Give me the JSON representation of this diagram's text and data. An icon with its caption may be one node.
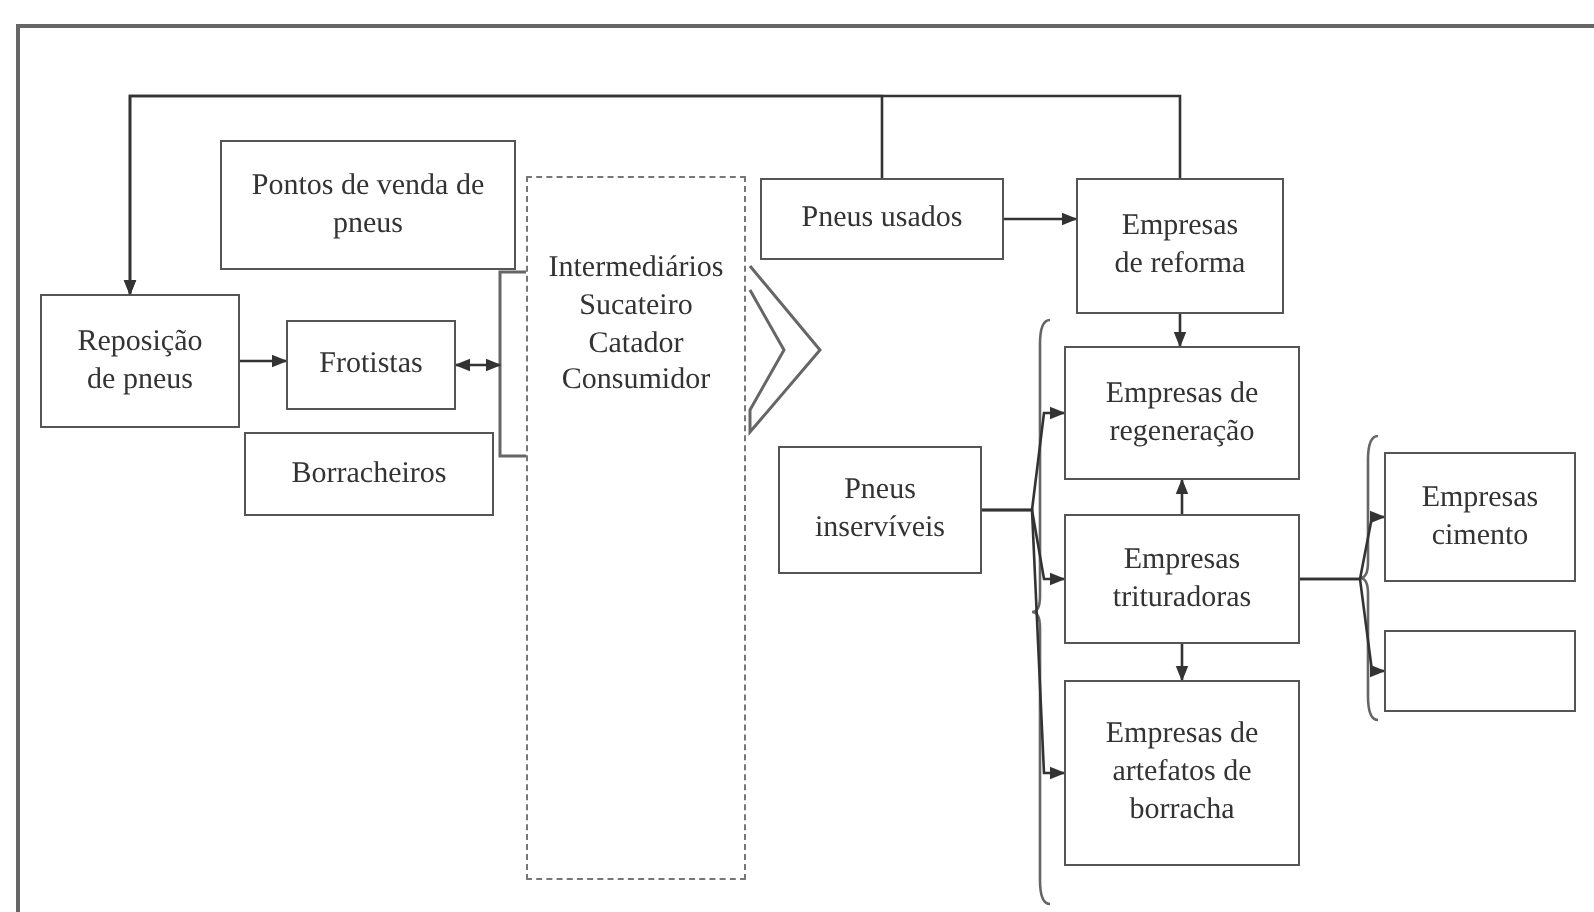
{
  "diagram": {
    "nodes": [
      {
        "text": [
          "Pontos de venda de pneus"
        ]
      },
      {
        "text": [
          "Reposição de pneus"
        ]
      },
      {
        "text": [
          "Frotistas"
        ]
      },
      {
        "text": [
          "Borracheiros"
        ]
      },
      {
        "text": [
          "Intermediários Sucateiro Catador Consumidor"
        ]
      },
      {
        "text": [
          "Pneus usados"
        ]
      },
      {
        "text": [
          "Empresas de reforma"
        ]
      },
      {
        "text": [
          "Pneus inservíveis"
        ]
      },
      {
        "text": [
          "Empresas de regeneração"
        ]
      },
      {
        "text": [
          "Empresas trituradoras"
        ]
      },
      {
        "text": [
          "Empresas de artefatos de borracha"
        ]
      },
      {
        "text": [
          "Empresas cimento"
        ]
      },
      {
        "text": [],
        "shape": "box"
      }
    ],
    "edges": [
      {
        "from": 5,
        "to": 1,
        "arrow": "to"
      },
      {
        "from": 6,
        "to": 1,
        "arrow": "to"
      },
      {
        "from": 1,
        "to": 2,
        "arrow": "to"
      },
      {
        "from": 2,
        "to": 4,
        "arrow": "both"
      },
      {
        "from": 5,
        "to": 6,
        "arrow": "to"
      },
      {
        "from": 6,
        "to": 8,
        "arrow": "to"
      },
      {
        "from": 9,
        "to": 8,
        "arrow": "to"
      },
      {
        "from": 9,
        "to": 10,
        "arrow": "to"
      },
      {
        "from": 7,
        "to": 8,
        "arrow": "to"
      },
      {
        "from": 7,
        "to": 9,
        "arrow": "to"
      },
      {
        "from": 7,
        "to": 10,
        "arrow": "to"
      },
      {
        "from": 9,
        "to": 11,
        "arrow": "to"
      },
      {
        "from": 9,
        "to": 12,
        "arrow": "to"
      }
    ]
  }
}
